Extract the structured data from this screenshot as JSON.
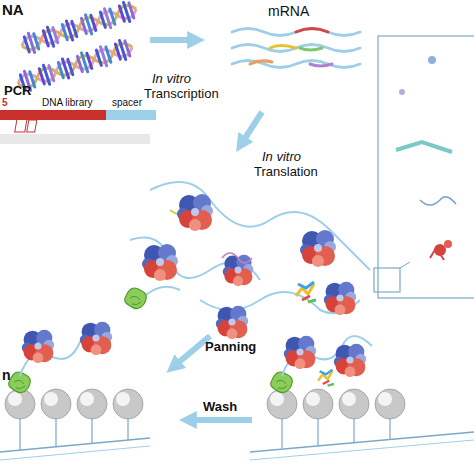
{
  "diagram": {
    "nodes": [
      {
        "text": [
          "PCR",
          "DNA library",
          "spacer"
        ]
      }
    ],
    "labels": [
      "NA",
      "5",
      "In vitro",
      "Transcription",
      "mRNA",
      "In vitro",
      "Translation",
      "Panning",
      "Wash",
      "n"
    ]
  }
}
